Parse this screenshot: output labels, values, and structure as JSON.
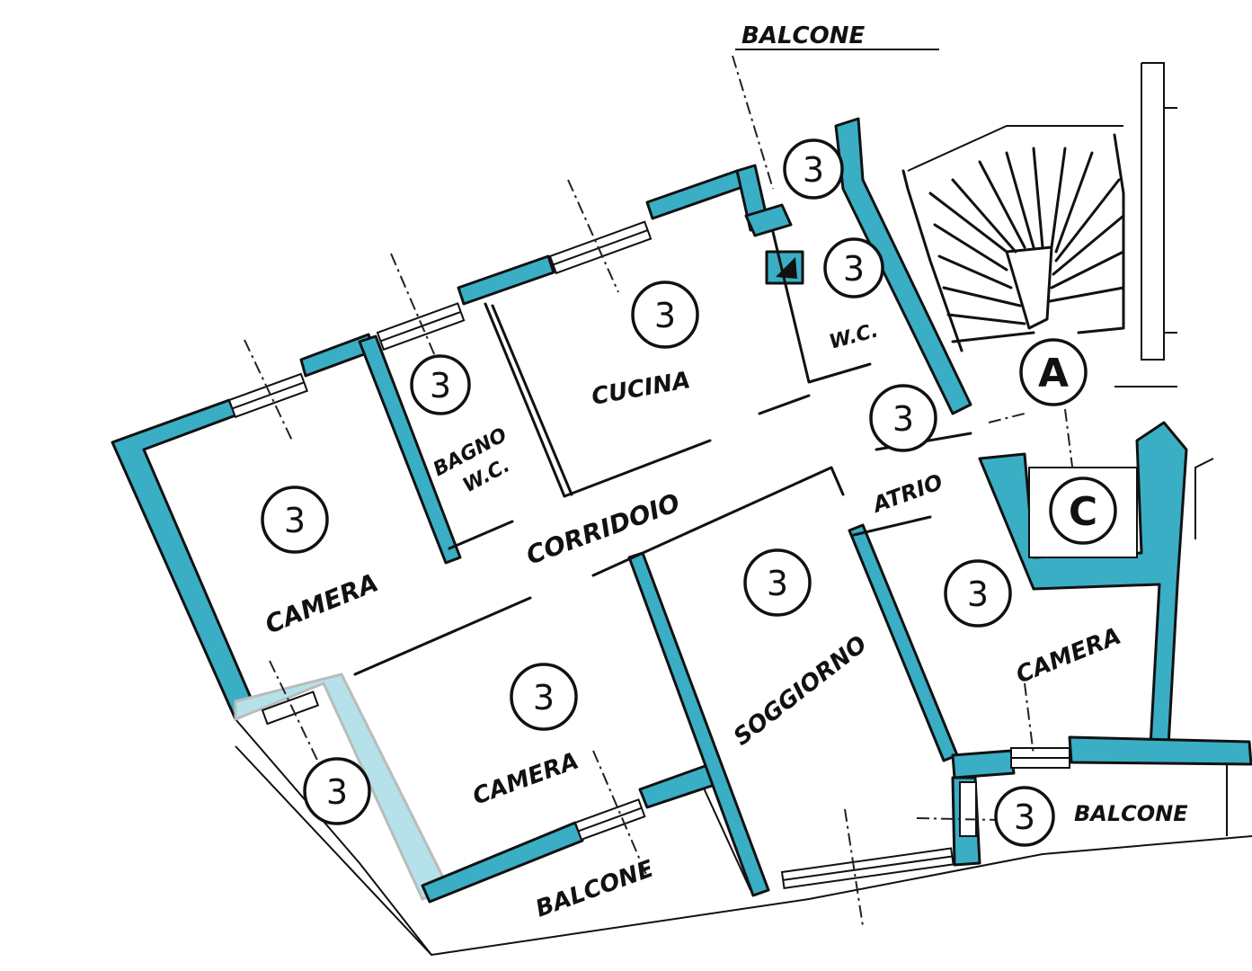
{
  "rooms": {
    "camera_left": "CAMERA",
    "bagno": "BAGNO",
    "wc_bagno": "W.C.",
    "cucina": "CUCINA",
    "corridoio": "CORRIDOIO",
    "camera_bottom": "CAMERA",
    "soggiorno": "SOGGIORNO",
    "atrio": "ATRIO",
    "wc_small": "W.C.",
    "camera_right": "CAMERA"
  },
  "balconies": {
    "top": "BALCONE",
    "bottom": "BALCONE",
    "right": "BALCONE"
  },
  "markers": {
    "count_label": "3",
    "stair_letter": "A",
    "core_letter": "C"
  },
  "colors": {
    "wall_fill": "#3aaec4",
    "ink": "#111111"
  }
}
